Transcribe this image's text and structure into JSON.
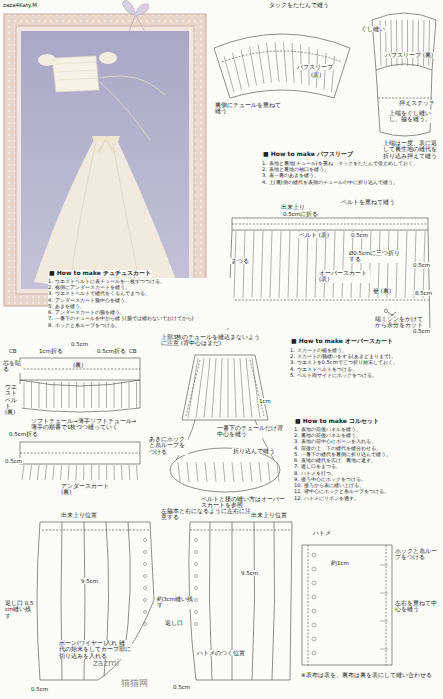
{
  "diagram": {
    "labels": [
      "zaza4Katy.M",
      "タックをたたんで縫う",
      "ぐし縫い",
      "パフスリーブ",
      "(表)",
      "裏側にチュールを重ねて縫う",
      "パフスリーブ (裏)",
      "押えステッチ",
      "上端をぐし縫いし、脇を縫う。",
      "上端は一度、表に返して裏生地の縫代を折り込み押えて縫う",
      "■ How to make パフスリーブ",
      "1. 表地と裏地(チュール)を重ね、タックをたたんで仮止めしておく。",
      "2. 表地と裏地の袖口を縫う。",
      "3. 表一裏のあきを縫う。",
      "4. 上(裏)側の縫代を表側のチュールの中に折り込んで縫う。",
      "出来上り",
      "ベルトを重ねて縫う",
      "0.5cmに折る",
      "ベルト (表)",
      "0.5cm",
      "まつる",
      "Ø0.5cmに三つ折りする",
      "オーバースカート (表)",
      "0.5cm",
      "裾 (裏)",
      "8.5cm",
      "端ミシンをかけてから余分をカット",
      "0.5cm",
      "■ How to make オーバースカート",
      "1. スカートの裾を縫う。",
      "2. スカートの脇縫いをする(あきどまりまで)。",
      "3. ウエストを0.5cmで三つ折り始末しておく。",
      "4. ウエストベルトをつける。",
      "5. ベルト両サイドにホックをつける。",
      "■ How to make チュチュスカート",
      "1. ウエストベルトに表チュールを一枚ずつつける。",
      "2. 裾側にアンダースカートを縫う。",
      "3. ウエストベルトで縫代をくるんでまつる。",
      "4. アンダースカート脇中心を縫う。",
      "5. あきを縫う。",
      "6. アンダースカートの脇を縫う。",
      "7. 一番下のチュールを中から縫う(脇では縫わないでおけてから)",
      "8. ホックと糸ループをつける。",
      "CB",
      "1cm折る",
      "0.5cm",
      "0.5cm折る",
      "CB",
      "ウエストベルト (裏)",
      "芯を貼る",
      "(裏)",
      "ソフトチュール→薄手ソフトチュール→薄手の順番で1枚づつ縫っていく",
      "0.5cm",
      "0.5cm折る",
      "アンダースカート (裏)",
      "上部3枚のチュールを縫込まないように注意 (背中心はまだ)",
      "1cm",
      "一番下のチュールだけ背中心を縫う",
      "あきにホックと糸ループをつける",
      "折り込んで縫う",
      "ベルトと腰の縫い方はオーバースカートを参照",
      "■ How to make コルセット",
      "1. 表地の前後パネルを縫う。",
      "2. 裏地の前後パネルを縫う。",
      "3. 表地の前中心にボーンを入れる。",
      "4. 前後の上、下の縫代を縫合わせる。",
      "5. 一番下の縫代を裏側に折り込んで縫う。",
      "6. 表地の縫代を広げ、裏地に返す。",
      "7. 返し口をまつる。",
      "8. ハトメを打つ。",
      "9. 後ろ中心にホックをつける。",
      "10. 後ろから表に縫い上げる。",
      "11. 背中心にホックと糸ループをつける。",
      "12. ハトメにリボンを通す。",
      "左脇本と右になるように左右に注意する",
      "出来上り位置",
      "出来上り位置",
      "9.5cm",
      "9.5cm",
      "返し口 0.5cm縫い残す",
      "約3cm縫い残す",
      "返し口",
      "0.5cm",
      "0.5cm",
      "ボーン(ワイヤー)入れ 縫代の始末をしてカーブ部に切り込みを入れる",
      "ハトメのつく位置",
      "ハトメ",
      "ホックと糸ループをつける",
      "左右を重ねて中心を縫う",
      "約1cm",
      "※表布は表を、裏布は裏を表にして縫い合わせる",
      "zazmi",
      "猫猫网"
    ]
  }
}
